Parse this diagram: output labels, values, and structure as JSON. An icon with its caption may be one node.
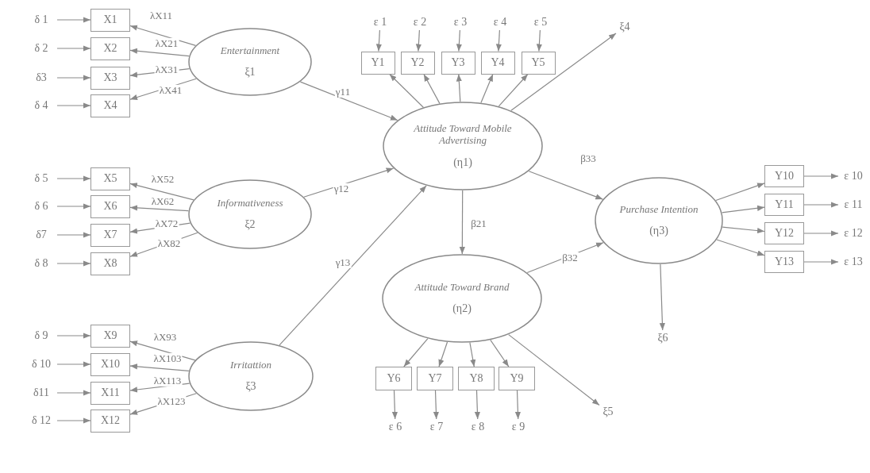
{
  "diagram": {
    "nodes": [
      {
        "text": [
          "δ 1"
        ]
      },
      {
        "text": [
          "δ 2"
        ]
      },
      {
        "text": [
          "δ3"
        ]
      },
      {
        "text": [
          "δ 4"
        ]
      },
      {
        "text": [
          "δ 5"
        ]
      },
      {
        "text": [
          "δ 6"
        ]
      },
      {
        "text": [
          "δ7"
        ]
      },
      {
        "text": [
          "δ 8"
        ]
      },
      {
        "text": [
          "δ 9"
        ]
      },
      {
        "text": [
          "δ 10"
        ]
      },
      {
        "text": [
          "δ11"
        ]
      },
      {
        "text": [
          "δ 12"
        ]
      },
      {
        "text": [
          "X1"
        ]
      },
      {
        "text": [
          "X2"
        ]
      },
      {
        "text": [
          "X3"
        ]
      },
      {
        "text": [
          "X4"
        ]
      },
      {
        "text": [
          "X5"
        ]
      },
      {
        "text": [
          "X6"
        ]
      },
      {
        "text": [
          "X7"
        ]
      },
      {
        "text": [
          "X8"
        ]
      },
      {
        "text": [
          "X9"
        ]
      },
      {
        "text": [
          "X10"
        ]
      },
      {
        "text": [
          "X11"
        ]
      },
      {
        "text": [
          "X12"
        ]
      },
      {
        "text": [
          "Entertainment",
          "ξ1"
        ]
      },
      {
        "text": [
          "Informativeness",
          "ξ2"
        ]
      },
      {
        "text": [
          "Irritattion",
          "ξ3"
        ]
      },
      {
        "text": [
          "ε 1"
        ]
      },
      {
        "text": [
          "ε 2"
        ]
      },
      {
        "text": [
          "ε 3"
        ]
      },
      {
        "text": [
          "ε 4"
        ]
      },
      {
        "text": [
          "ε 5"
        ]
      },
      {
        "text": [
          "Y1"
        ]
      },
      {
        "text": [
          "Y2"
        ]
      },
      {
        "text": [
          "Y3"
        ]
      },
      {
        "text": [
          "Y4"
        ]
      },
      {
        "text": [
          "Y5"
        ]
      },
      {
        "text": [
          "ξ4"
        ]
      },
      {
        "text": [
          "Attitude Toward Mobile Advertising",
          "(η1)"
        ]
      },
      {
        "text": [
          "Attitude Toward Brand",
          "(η2)"
        ]
      },
      {
        "text": [
          "Y6"
        ]
      },
      {
        "text": [
          "Y7"
        ]
      },
      {
        "text": [
          "Y8"
        ]
      },
      {
        "text": [
          "Y9"
        ]
      },
      {
        "text": [
          "ε 6"
        ]
      },
      {
        "text": [
          "ε 7"
        ]
      },
      {
        "text": [
          "ε 8"
        ]
      },
      {
        "text": [
          "ε 9"
        ]
      },
      {
        "text": [
          "ξ5"
        ]
      },
      {
        "text": [
          "Purchase Intention",
          "(η3)"
        ]
      },
      {
        "text": [
          "ξ6"
        ]
      },
      {
        "text": [
          "Y10"
        ]
      },
      {
        "text": [
          "Y11"
        ]
      },
      {
        "text": [
          "Y12"
        ]
      },
      {
        "text": [
          "Y13"
        ]
      },
      {
        "text": [
          "ε 10"
        ]
      },
      {
        "text": [
          "ε 11"
        ]
      },
      {
        "text": [
          "ε 12"
        ]
      },
      {
        "text": [
          "ε 13"
        ]
      }
    ],
    "edges": [
      {
        "from": 0,
        "to": 12,
        "arrow": "to"
      },
      {
        "from": 1,
        "to": 13,
        "arrow": "to"
      },
      {
        "from": 2,
        "to": 14,
        "arrow": "to"
      },
      {
        "from": 3,
        "to": 15,
        "arrow": "to"
      },
      {
        "from": 4,
        "to": 16,
        "arrow": "to"
      },
      {
        "from": 5,
        "to": 17,
        "arrow": "to"
      },
      {
        "from": 6,
        "to": 18,
        "arrow": "to"
      },
      {
        "from": 7,
        "to": 19,
        "arrow": "to"
      },
      {
        "from": 8,
        "to": 20,
        "arrow": "to"
      },
      {
        "from": 9,
        "to": 21,
        "arrow": "to"
      },
      {
        "from": 10,
        "to": 22,
        "arrow": "to"
      },
      {
        "from": 11,
        "to": 23,
        "arrow": "to"
      },
      {
        "from": 24,
        "to": 12,
        "arrow": "to",
        "label": "λX11"
      },
      {
        "from": 24,
        "to": 13,
        "arrow": "to",
        "label": "λX21"
      },
      {
        "from": 24,
        "to": 14,
        "arrow": "to",
        "label": "λX31"
      },
      {
        "from": 24,
        "to": 15,
        "arrow": "to",
        "label": "λX41"
      },
      {
        "from": 25,
        "to": 16,
        "arrow": "to",
        "label": "λX52"
      },
      {
        "from": 25,
        "to": 17,
        "arrow": "to",
        "label": "λX62"
      },
      {
        "from": 25,
        "to": 18,
        "arrow": "to",
        "label": "λX72"
      },
      {
        "from": 25,
        "to": 19,
        "arrow": "to",
        "label": "λX82"
      },
      {
        "from": 26,
        "to": 20,
        "arrow": "to",
        "label": "λX93"
      },
      {
        "from": 26,
        "to": 21,
        "arrow": "to",
        "label": "λX103"
      },
      {
        "from": 26,
        "to": 22,
        "arrow": "to",
        "label": "λX113"
      },
      {
        "from": 26,
        "to": 23,
        "arrow": "to",
        "label": "λX123"
      },
      {
        "from": 24,
        "to": 38,
        "arrow": "to",
        "label": "γ11"
      },
      {
        "from": 25,
        "to": 38,
        "arrow": "to",
        "label": "γ12"
      },
      {
        "from": 26,
        "to": 38,
        "arrow": "to",
        "label": "γ13"
      },
      {
        "from": 27,
        "to": 32,
        "arrow": "to"
      },
      {
        "from": 28,
        "to": 33,
        "arrow": "to"
      },
      {
        "from": 29,
        "to": 34,
        "arrow": "to"
      },
      {
        "from": 30,
        "to": 35,
        "arrow": "to"
      },
      {
        "from": 31,
        "to": 36,
        "arrow": "to"
      },
      {
        "from": 38,
        "to": 32,
        "arrow": "to"
      },
      {
        "from": 38,
        "to": 33,
        "arrow": "to"
      },
      {
        "from": 38,
        "to": 34,
        "arrow": "to"
      },
      {
        "from": 38,
        "to": 35,
        "arrow": "to"
      },
      {
        "from": 38,
        "to": 36,
        "arrow": "to"
      },
      {
        "from": 38,
        "to": 37,
        "arrow": "to"
      },
      {
        "from": 38,
        "to": 39,
        "arrow": "to",
        "label": "β21"
      },
      {
        "from": 38,
        "to": 49,
        "arrow": "to",
        "label": "β33"
      },
      {
        "from": 39,
        "to": 49,
        "arrow": "to",
        "label": "β32"
      },
      {
        "from": 39,
        "to": 40,
        "arrow": "to"
      },
      {
        "from": 39,
        "to": 41,
        "arrow": "to"
      },
      {
        "from": 39,
        "to": 42,
        "arrow": "to"
      },
      {
        "from": 39,
        "to": 43,
        "arrow": "to"
      },
      {
        "from": 40,
        "to": 44,
        "arrow": "to"
      },
      {
        "from": 41,
        "to": 45,
        "arrow": "to"
      },
      {
        "from": 42,
        "to": 46,
        "arrow": "to"
      },
      {
        "from": 43,
        "to": 47,
        "arrow": "to"
      },
      {
        "from": 39,
        "to": 48,
        "arrow": "to"
      },
      {
        "from": 49,
        "to": 50,
        "arrow": "to"
      },
      {
        "from": 49,
        "to": 51,
        "arrow": "to"
      },
      {
        "from": 49,
        "to": 52,
        "arrow": "to"
      },
      {
        "from": 49,
        "to": 53,
        "arrow": "to"
      },
      {
        "from": 49,
        "to": 54,
        "arrow": "to"
      },
      {
        "from": 51,
        "to": 55,
        "arrow": "to"
      },
      {
        "from": 52,
        "to": 56,
        "arrow": "to"
      },
      {
        "from": 53,
        "to": 57,
        "arrow": "to"
      },
      {
        "from": 54,
        "to": 58,
        "arrow": "to"
      }
    ]
  }
}
